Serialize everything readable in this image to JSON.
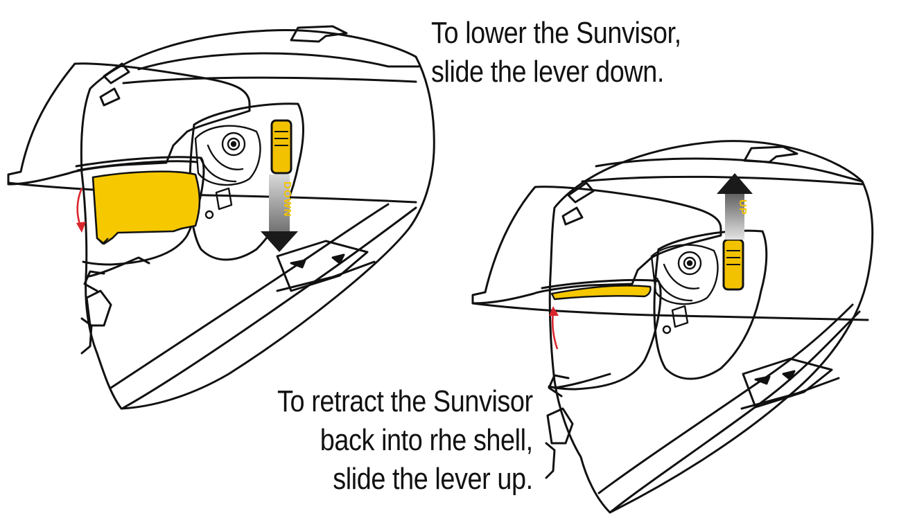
{
  "captions": {
    "lower_line1": "To lower the Sunvisor,",
    "lower_line2": "slide the lever down.",
    "retract_line1": "To retract the Sunvisor",
    "retract_line2": "back into rhe shell,",
    "retract_line3": "slide the lever up."
  },
  "lever_labels": {
    "down": "DOWN",
    "up": "UP"
  },
  "colors": {
    "outline": "#111111",
    "sunvisor_fill": "#f6c800",
    "lever_fill": "#f2c200",
    "motion_arrow": "#d9262c",
    "direction_arrow": "#1a1a1a"
  },
  "icons": {
    "lower_motion": "curved-arrow-down-icon",
    "raise_motion": "curved-arrow-up-icon",
    "slide_down": "arrow-down-icon",
    "slide_up": "arrow-up-icon"
  }
}
